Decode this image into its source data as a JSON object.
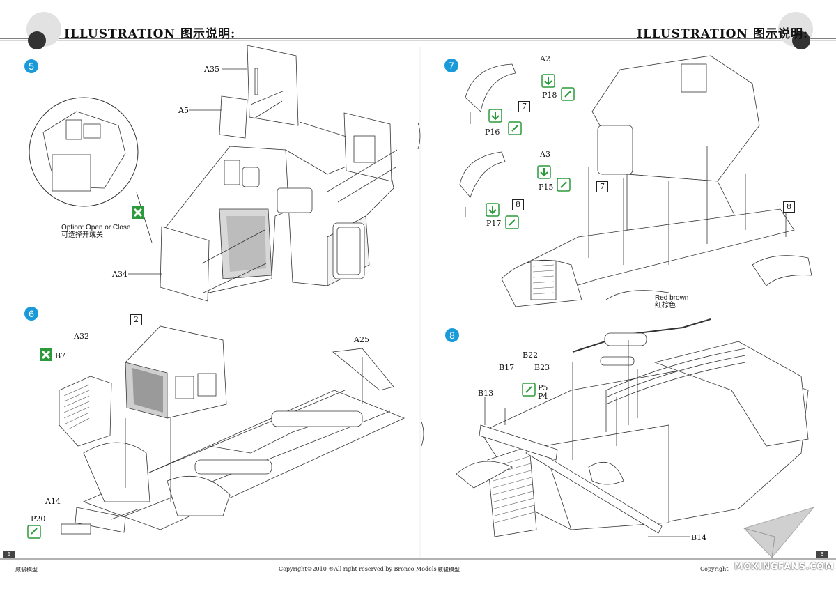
{
  "header": {
    "title_left": "ILLUSTRATION 图示说明:",
    "title_right": "ILLUSTRATION 图示说明:"
  },
  "steps": [
    {
      "number": "5",
      "parts": [
        "A35",
        "A5",
        "A34"
      ],
      "note": {
        "en": "Option: Open or Close",
        "zh": "可选择开或关"
      }
    },
    {
      "number": "6",
      "parts": [
        "A32",
        "B7",
        "A25",
        "A14",
        "P20"
      ],
      "subassembly": "2"
    },
    {
      "number": "7",
      "parts": [
        "A2",
        "P18",
        "P16",
        "A3",
        "P15",
        "P17"
      ],
      "subassemblies": [
        "7",
        "8",
        "7",
        "8"
      ]
    },
    {
      "number": "8",
      "parts": [
        "B22",
        "B23",
        "B17",
        "P5",
        "P4",
        "B13",
        "B14"
      ],
      "paint": {
        "en": "Red brown",
        "zh": "红棕色"
      }
    }
  ],
  "footer": {
    "page_left": "5",
    "page_right": "6",
    "brand_left": "威骏模型",
    "copyright": "Copyright©2010  ®All right reserved by Bronco Models",
    "brand_right": "威骏模型",
    "copyright_right": "Copyright",
    "watermark": "MOXINGFANS.COM"
  },
  "colors": {
    "step_badge": "#1a9ad8",
    "glue_icon": "#2a9a3a"
  }
}
